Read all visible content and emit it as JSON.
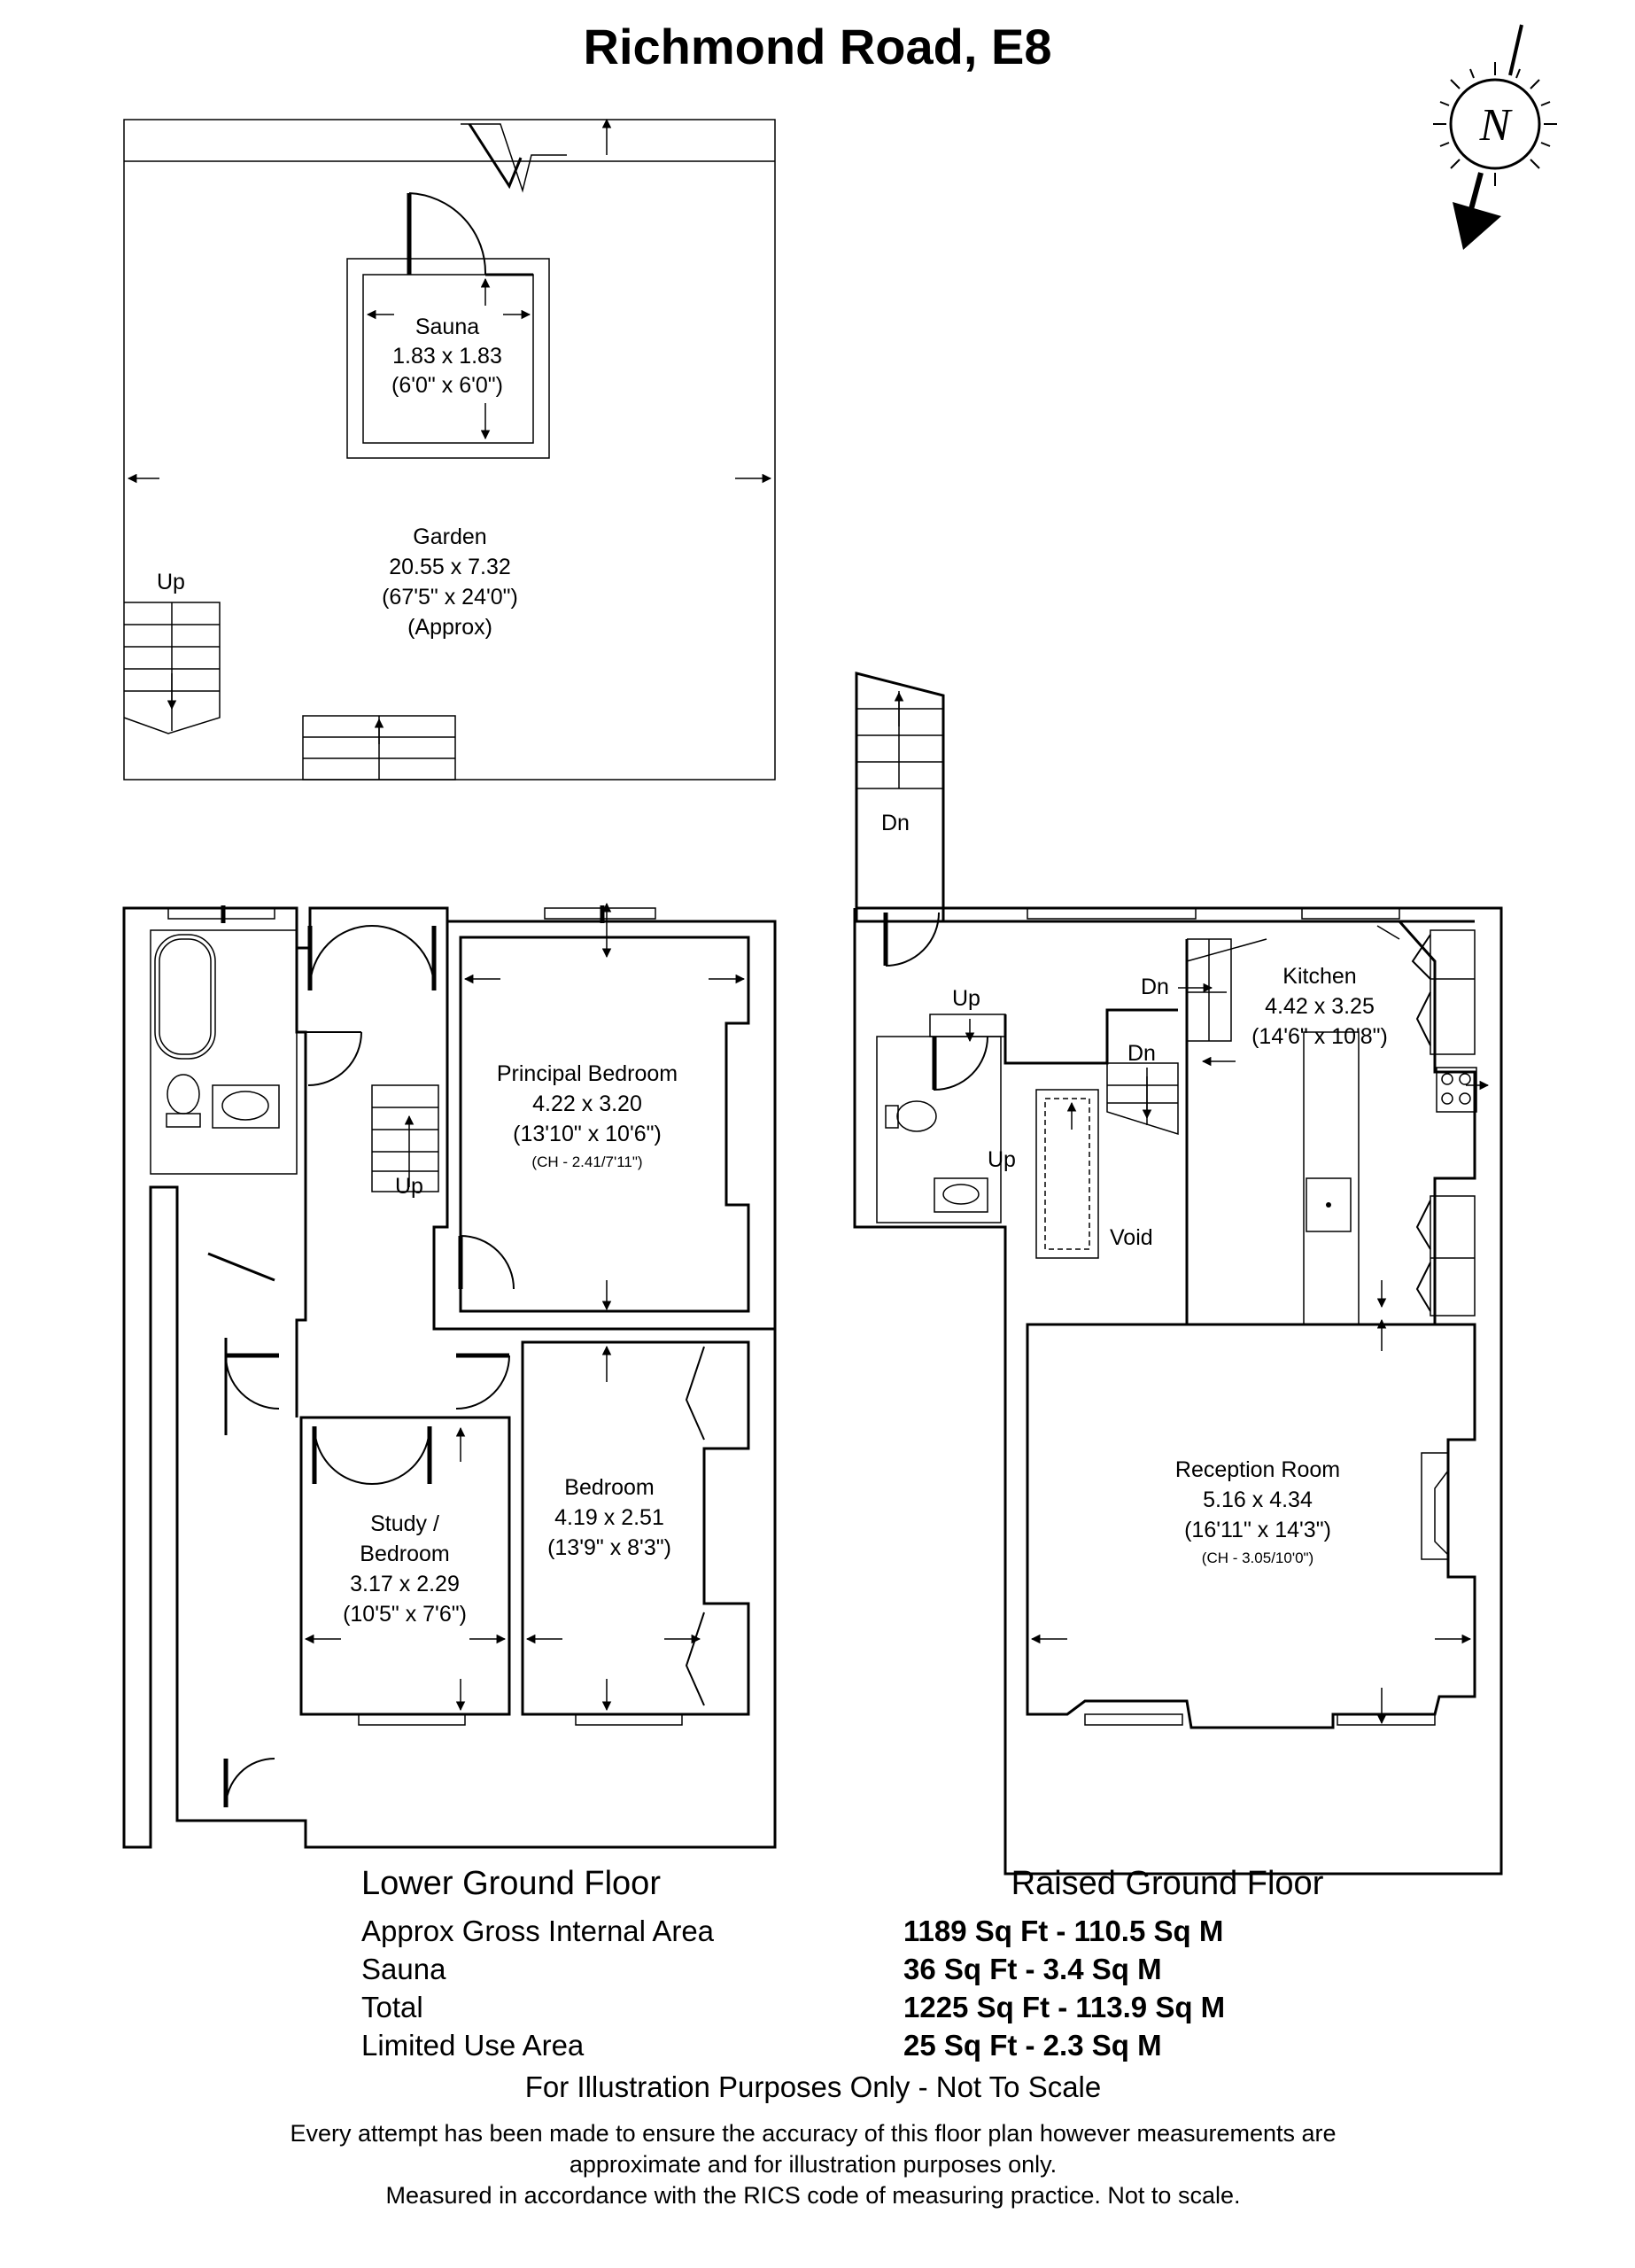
{
  "title": "Richmond Road, E8",
  "compass": {
    "letter": "N",
    "icon": "north-compass-icon"
  },
  "rooms": {
    "sauna": {
      "name": "Sauna",
      "metric": "1.83 x 1.83",
      "imperial": "(6'0\" x 6'0\")"
    },
    "garden": {
      "name": "Garden",
      "metric": "20.55 x 7.32",
      "imperial": "(67'5\" x 24'0\")",
      "note": "(Approx)"
    },
    "principal": {
      "name": "Principal Bedroom",
      "metric": "4.22 x 3.20",
      "imperial": "(13'10\" x 10'6\")",
      "ceiling": "(CH - 2.41/7'11\")"
    },
    "bedroom": {
      "name": "Bedroom",
      "metric": "4.19 x 2.51",
      "imperial": "(13'9\" x 8'3\")"
    },
    "study": {
      "name1": "Study /",
      "name2": "Bedroom",
      "metric": "3.17 x 2.29",
      "imperial": "(10'5\" x 7'6\")"
    },
    "kitchen": {
      "name": "Kitchen",
      "metric": "4.42 x 3.25",
      "imperial": "(14'6\" x 10'8\")"
    },
    "reception": {
      "name": "Reception Room",
      "metric": "5.16 x 4.34",
      "imperial": "(16'11\" x 14'3\")",
      "ceiling": "(CH - 3.05/10'0\")"
    },
    "void": {
      "name": "Void"
    }
  },
  "stairs": {
    "garden_up": "Up",
    "lower_up": "Up",
    "raised_dn_top": "Dn",
    "raised_up1": "Up",
    "raised_up2": "Up",
    "kitchen_dn1": "Dn",
    "kitchen_dn2": "Dn"
  },
  "floors": {
    "lower": "Lower Ground Floor",
    "raised": "Raised Ground Floor"
  },
  "areas": [
    {
      "label": "Approx Gross Internal Area",
      "value": "1189 Sq Ft - 110.5 Sq M"
    },
    {
      "label": "Sauna",
      "value": "36 Sq Ft - 3.4 Sq M"
    },
    {
      "label": "Total",
      "value": "1225 Sq Ft - 113.9 Sq M"
    },
    {
      "label": "Limited Use Area",
      "value": "25 Sq Ft - 2.3 Sq M"
    }
  ],
  "note": "For Illustration Purposes Only - Not To Scale",
  "disclaimer": [
    "Every attempt has been made to ensure the accuracy of this floor plan however measurements are",
    "approximate and for illustration purposes only.",
    "Measured in accordance with the RICS code of measuring practice. Not to scale."
  ]
}
